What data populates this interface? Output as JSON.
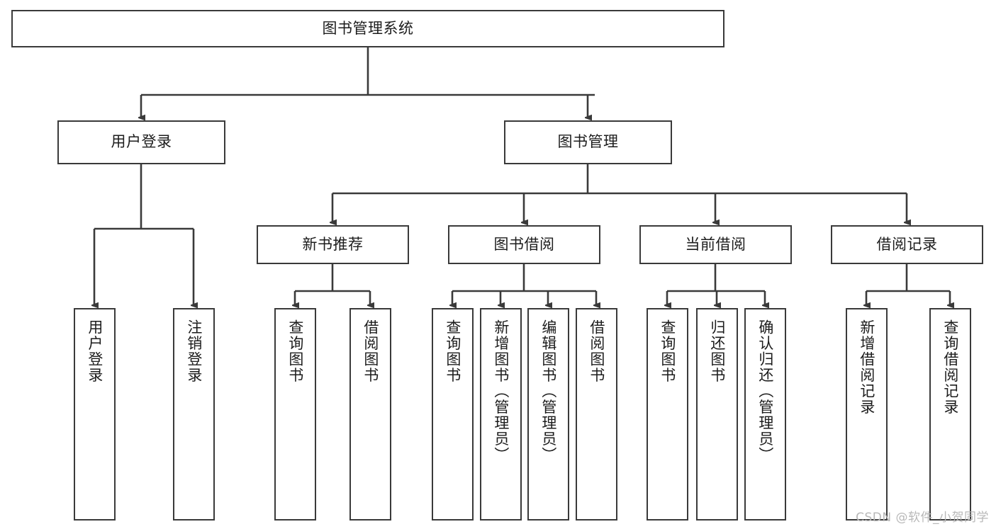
{
  "diagram": {
    "type": "tree-hierarchy",
    "title": "图书管理系统",
    "watermark": "CSDN @软件_小贺同学",
    "colors": {
      "stroke": "#3a3a3a",
      "fill": "#ffffff",
      "text": "#1c1c1c",
      "watermark": "#b8b8b8"
    },
    "nodes": {
      "root": {
        "label": "图书管理系统",
        "level": 0,
        "orientation": "horizontal"
      },
      "l1": [
        {
          "id": "user-login",
          "label": "用户登录",
          "orientation": "horizontal"
        },
        {
          "id": "book-manage",
          "label": "图书管理",
          "orientation": "horizontal"
        }
      ],
      "l2": [
        {
          "id": "new-book-recommend",
          "label": "新书推荐",
          "orientation": "horizontal",
          "parent": "book-manage"
        },
        {
          "id": "book-borrow",
          "label": "图书借阅",
          "orientation": "horizontal",
          "parent": "book-manage"
        },
        {
          "id": "current-borrow",
          "label": "当前借阅",
          "orientation": "horizontal",
          "parent": "book-manage"
        },
        {
          "id": "borrow-record",
          "label": "借阅记录",
          "orientation": "horizontal",
          "parent": "book-manage"
        }
      ],
      "leaves": [
        {
          "id": "leaf-user-login",
          "label": "用户登录",
          "parent": "user-login"
        },
        {
          "id": "leaf-user-logout",
          "label": "注销登录",
          "parent": "user-login"
        },
        {
          "id": "leaf-query-book-1",
          "label": "查询图书",
          "parent": "new-book-recommend"
        },
        {
          "id": "leaf-borrow-book-1",
          "label": "借阅图书",
          "parent": "new-book-recommend"
        },
        {
          "id": "leaf-query-book-2",
          "label": "查询图书",
          "parent": "book-borrow"
        },
        {
          "id": "leaf-add-book",
          "label": "新增图书（管理员）",
          "parent": "book-borrow"
        },
        {
          "id": "leaf-edit-book",
          "label": "编辑图书（管理员）",
          "parent": "book-borrow"
        },
        {
          "id": "leaf-borrow-book-2",
          "label": "借阅图书",
          "parent": "book-borrow"
        },
        {
          "id": "leaf-query-book-3",
          "label": "查询图书",
          "parent": "current-borrow"
        },
        {
          "id": "leaf-return-book",
          "label": "归还图书",
          "parent": "current-borrow"
        },
        {
          "id": "leaf-confirm-return",
          "label": "确认归还（管理员）",
          "parent": "current-borrow"
        },
        {
          "id": "leaf-add-record",
          "label": "新增借阅记录",
          "parent": "borrow-record"
        },
        {
          "id": "leaf-query-record",
          "label": "查询借阅记录",
          "parent": "borrow-record"
        }
      ]
    }
  }
}
